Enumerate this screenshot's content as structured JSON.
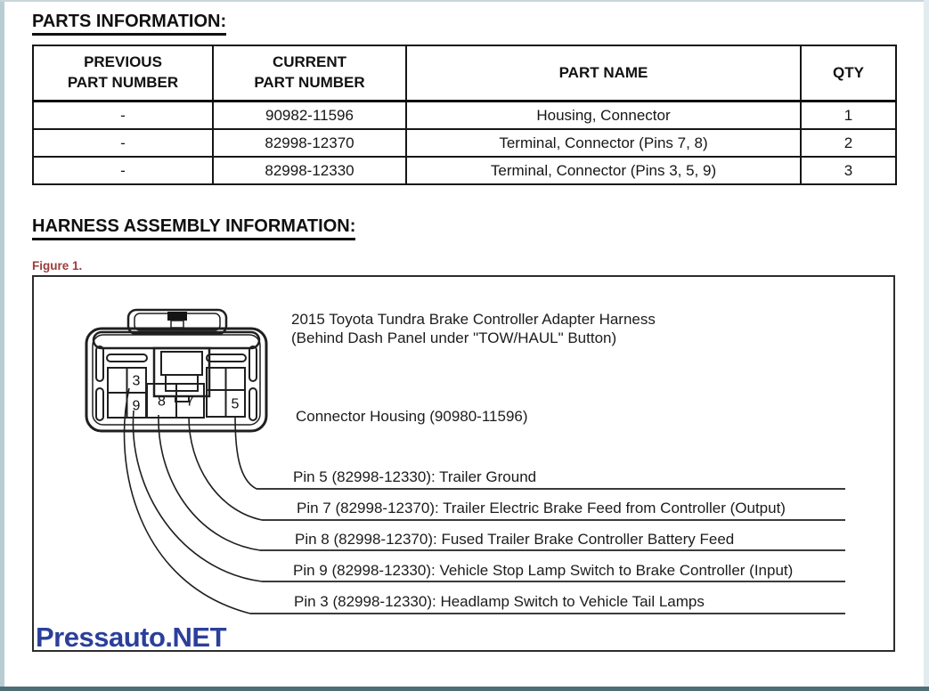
{
  "page": {
    "parts_heading": "PARTS INFORMATION:",
    "harness_heading": "HARNESS ASSEMBLY INFORMATION:",
    "figure_label": "Figure 1.",
    "watermark": "Pressauto.NET"
  },
  "parts_table": {
    "columns": [
      "PREVIOUS\nPART NUMBER",
      "CURRENT\nPART NUMBER",
      "PART NAME",
      "QTY"
    ],
    "rows": [
      [
        "-",
        "90982-11596",
        "Housing, Connector",
        "1"
      ],
      [
        "-",
        "82998-12370",
        "Terminal, Connector (Pins 7, 8)",
        "2"
      ],
      [
        "-",
        "82998-12330",
        "Terminal, Connector (Pins 3, 5, 9)",
        "3"
      ]
    ]
  },
  "figure": {
    "title_line1": "2015 Toyota Tundra Brake Controller Adapter Harness",
    "title_line2": "(Behind Dash Panel under \"TOW/HAUL\" Button)",
    "connector_label": "Connector Housing (90980-11596)",
    "connector_pins": [
      "3",
      "9",
      "8",
      "7",
      "5"
    ],
    "pin_labels": [
      "Pin 5 (82998-12330): Trailer Ground",
      "Pin 7 (82998-12370): Trailer Electric Brake Feed from Controller (Output)",
      "Pin 8 (82998-12370): Fused Trailer Brake Controller Battery Feed",
      "Pin 9 (82998-12330): Vehicle Stop Lamp Switch to Brake Controller (Input)",
      "Pin 3 (82998-12330): Headlamp Switch to Vehicle Tail Lamps"
    ]
  },
  "colors": {
    "figure_label_red": "#9E3B3B",
    "watermark_blue": "#2B3F9A",
    "ink_black": "#1A1A1A",
    "scan_edge_blue": "#B7CDD3",
    "scan_bottom_band": "#4E6D75"
  }
}
